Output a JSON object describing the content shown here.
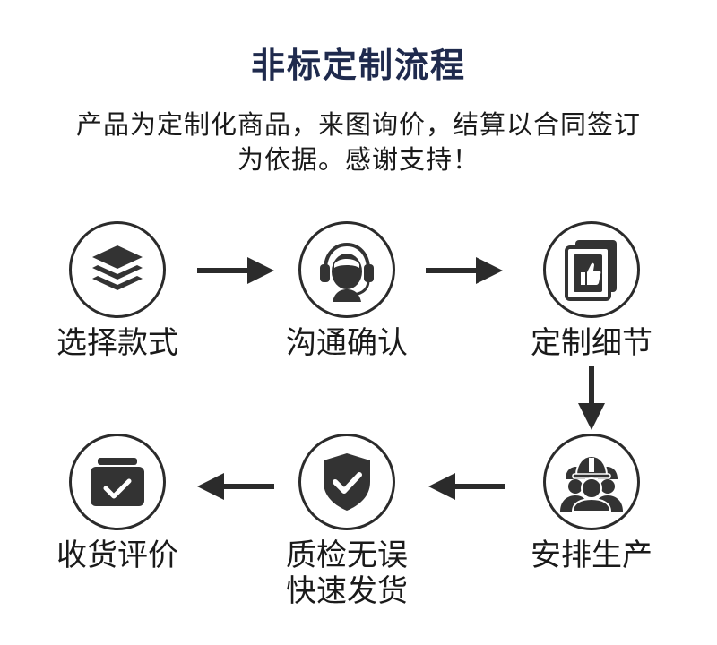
{
  "title": "非标定制流程",
  "subtitle_line1": "产品为定制化商品，来图询价，结算以合同签订",
  "subtitle_line2": "为依据。感谢支持！",
  "steps": [
    {
      "label": "选择款式",
      "icon": "layers-icon"
    },
    {
      "label": "沟通确认",
      "icon": "headset-agent-icon"
    },
    {
      "label": "定制细节",
      "icon": "thumbs-up-card-icon"
    },
    {
      "label": "安排生产",
      "icon": "workers-helmet-icon"
    },
    {
      "label": "质检无误",
      "label2": "快速发货",
      "icon": "shield-check-icon"
    },
    {
      "label": "收货评价",
      "icon": "inbox-check-icon"
    }
  ],
  "colors": {
    "title": "#1f2a4d",
    "icon": "#333333",
    "stroke": "#2b2b2b"
  }
}
